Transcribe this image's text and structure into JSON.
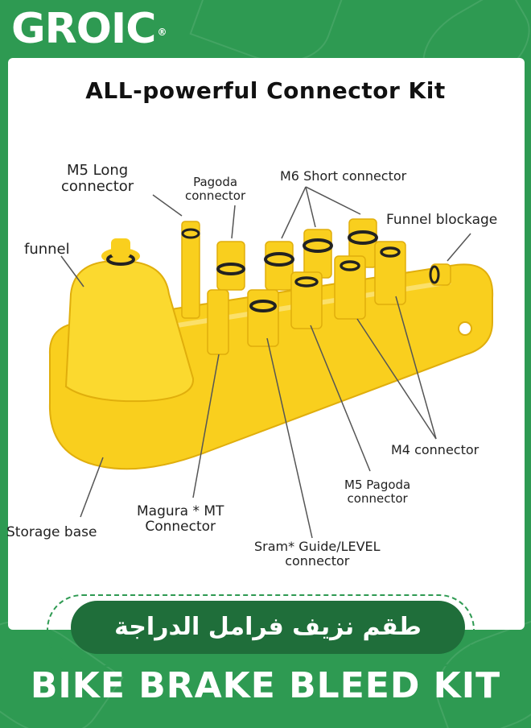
{
  "brand": {
    "name": "GROIC",
    "registered": "®"
  },
  "panel": {
    "title": "ALL-powerful Connector Kit"
  },
  "labels": {
    "m5_long": "M5 Long\nconnector",
    "pagoda": "Pagoda\nconnector",
    "m6_short": "M6 Short connector",
    "funnel_blockage": "Funnel blockage",
    "funnel": "funnel",
    "m4": "M4 connector",
    "m5_pagoda": "M5 Pagoda\nconnector",
    "magura": "Magura * MT\nConnector",
    "storage_base": "Storage base",
    "sram": "Sram* Guide/LEVEL\nconnector"
  },
  "banner": {
    "arabic": "طقم نزيف فرامل الدراجة"
  },
  "footer": {
    "title": "BIKE BRAKE BLEED KIT"
  },
  "colors": {
    "background": "#2e9a52",
    "pill": "#1f6e3a",
    "product": "#f9cf1e"
  }
}
